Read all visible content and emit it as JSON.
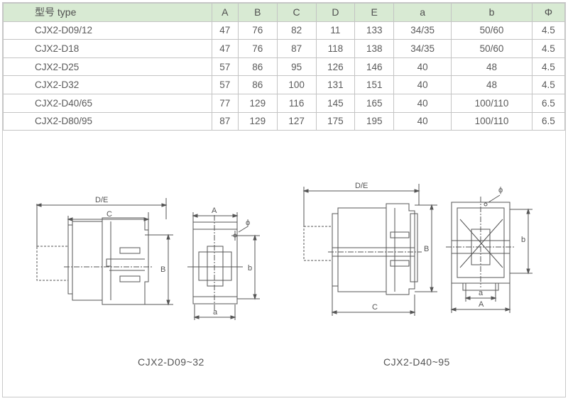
{
  "table": {
    "headers": [
      "型号 type",
      "A",
      "B",
      "C",
      "D",
      "E",
      "a",
      "b",
      "Φ"
    ],
    "rows": [
      [
        "CJX2-D09/12",
        "47",
        "76",
        "82",
        "11",
        "133",
        "34/35",
        "50/60",
        "4.5"
      ],
      [
        "CJX2-D18",
        "47",
        "76",
        "87",
        "118",
        "138",
        "34/35",
        "50/60",
        "4.5"
      ],
      [
        "CJX2-D25",
        "57",
        "86",
        "95",
        "126",
        "146",
        "40",
        "48",
        "4.5"
      ],
      [
        "CJX2-D32",
        "57",
        "86",
        "100",
        "131",
        "151",
        "40",
        "48",
        "4.5"
      ],
      [
        "CJX2-D40/65",
        "77",
        "129",
        "116",
        "145",
        "165",
        "40",
        "100/110",
        "6.5"
      ],
      [
        "CJX2-D80/95",
        "87",
        "129",
        "127",
        "175",
        "195",
        "40",
        "100/110",
        "6.5"
      ]
    ]
  },
  "drawing_small": {
    "caption": "CJX2-D09~32",
    "labels": {
      "de": "D/E",
      "c": "C",
      "b_upper": "B",
      "a_upper": "A",
      "phi": "ϕ",
      "b_lower": "b",
      "a_lower": "a"
    }
  },
  "drawing_large": {
    "caption": "CJX2-D40~95",
    "labels": {
      "de": "D/E",
      "c": "C",
      "b_upper": "B",
      "a_upper": "A",
      "phi": "ϕ",
      "b_lower": "b",
      "a_lower": "a"
    }
  },
  "colors": {
    "header_bg": "#d8ead3",
    "line": "#555555",
    "grid": "#c4c4c4"
  }
}
